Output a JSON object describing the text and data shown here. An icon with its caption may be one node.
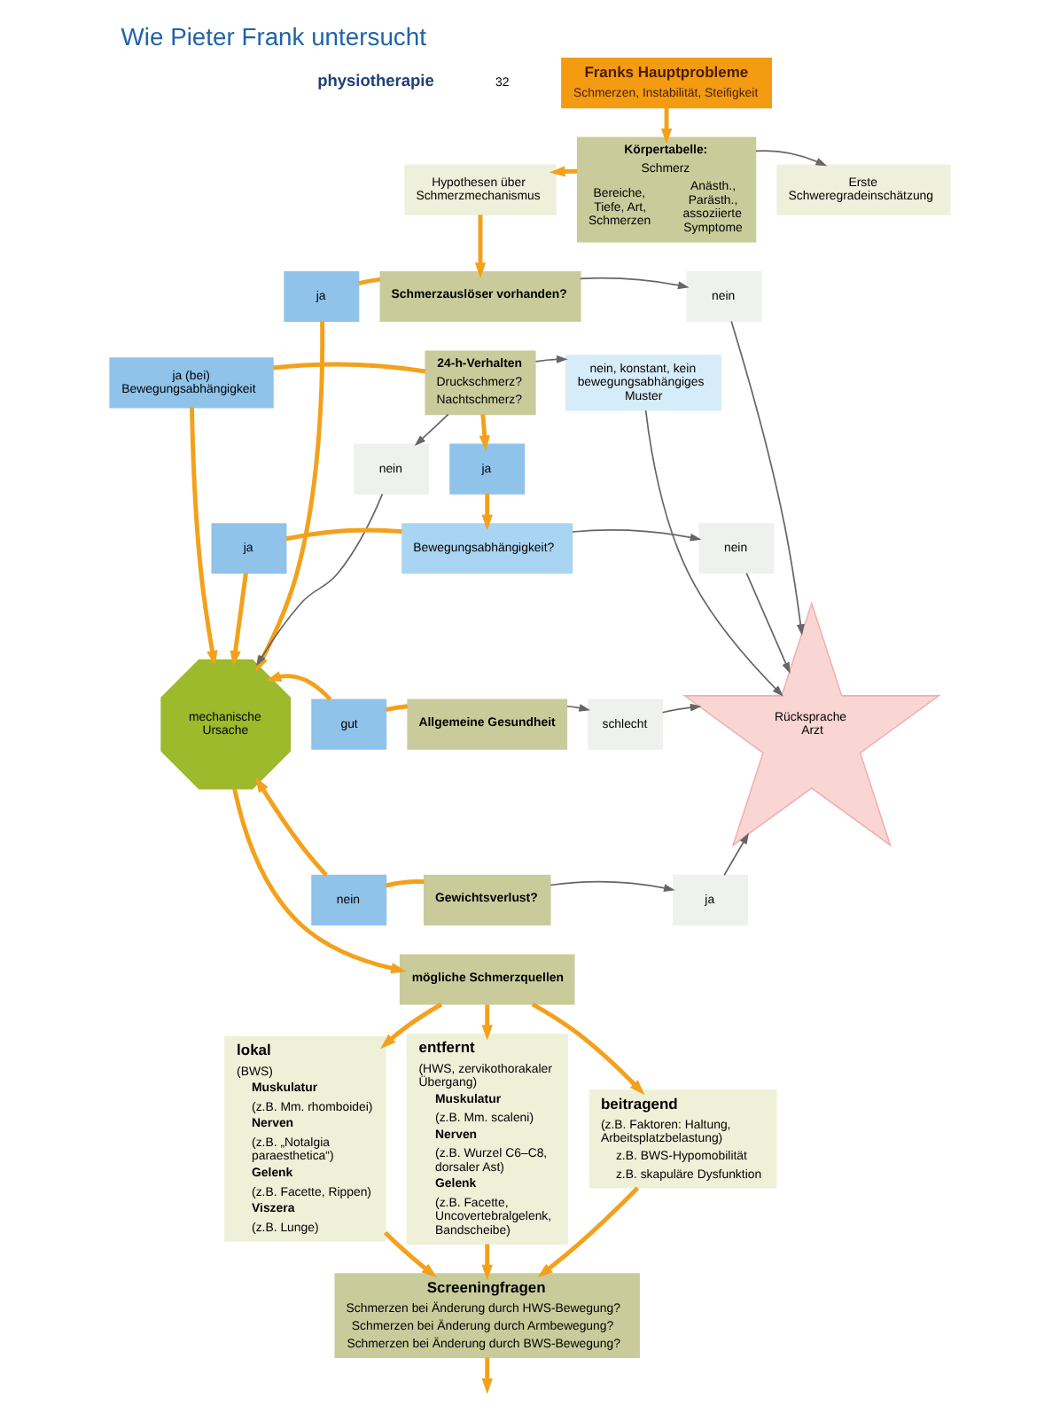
{
  "diagram": {
    "title": "Wie Pieter Frank untersucht",
    "nodes": [
      {
        "text": [
          "Franks Hauptprobleme",
          "Schmerzen, Instabilität, Steifigkeit"
        ]
      },
      {
        "text": [
          "Hypothesen über Schmerzmechanismus"
        ]
      },
      {
        "text": [
          "Körpertabelle:",
          "Schmerz",
          "Bereiche, Tiefe, Art, Schmerzen",
          "Anästh., Parästh., assoziierte Symptome"
        ]
      },
      {
        "text": [
          "Erste Schweregradeinschätzung"
        ]
      },
      {
        "text": [
          "ja"
        ]
      },
      {
        "text": [
          "Schmerzauslöser vorhanden?"
        ]
      },
      {
        "text": [
          "nein"
        ]
      },
      {
        "text": [
          "ja (bei) Bewegungsabhängigkeit"
        ]
      },
      {
        "text": [
          "24-h-Verhalten",
          "Druckschmerz?",
          "Nachtschmerz?"
        ]
      },
      {
        "text": [
          "nein, konstant, kein bewegungsabhängiges Muster"
        ]
      },
      {
        "text": [
          "mechanische Ursache"
        ]
      },
      {
        "text": [
          "nein"
        ]
      },
      {
        "text": [
          "ja"
        ]
      },
      {
        "text": [
          "Rücksprache Arzt"
        ]
      },
      {
        "text": [
          "ja"
        ]
      },
      {
        "text": [
          "Bewegungsabhängigkeit?"
        ]
      },
      {
        "text": [
          "nein"
        ]
      },
      {
        "text": [
          "gut"
        ]
      },
      {
        "text": [
          "Allgemeine Gesundheit"
        ]
      },
      {
        "text": [
          "schlecht"
        ]
      },
      {
        "text": [
          "nein"
        ]
      },
      {
        "text": [
          "Gewichtsverlust?"
        ]
      },
      {
        "text": [
          "ja"
        ]
      },
      {
        "text": [
          "mögliche Schmerzquellen"
        ]
      },
      {
        "text": [
          "lokal",
          "(BWS)",
          "Muskulatur",
          "(z.B. Mm. rhomboidei)",
          "Nerven",
          "(z.B. „Notalgia paraesthetica“)",
          "Gelenk",
          "(z.B. Facette, Rippen)",
          "Viszera",
          "(z.B. Lunge)"
        ]
      },
      {
        "text": [
          "entfernt",
          "(HWS, zervikothorakaler Übergang)",
          "Muskulatur",
          "(z.B. Mm. scaleni)",
          "Nerven",
          "(z.B. Wurzel C6–C8, dorsaler Ast)",
          "Gelenk",
          "(z.B. Facette, Uncovertebralgelenk, Bandscheibe)"
        ]
      },
      {
        "text": [
          "beitragend",
          "(z.B. Faktoren: Haltung, Arbeitsplatzbelastung)",
          "z.B. BWS-Hypomobilität",
          "z.B. skapuläre Dysfunktion"
        ]
      },
      {
        "text": [
          "Screeningfragen",
          "Schmerzen bei Änderung durch HWS-Bewegung?",
          "Schmerzen bei Änderung durch Armbewegung?",
          "Schmerzen bei Änderung durch BWS-Bewegung?"
        ]
      }
    ],
    "edges": [
      {
        "from": 0,
        "to": 2,
        "arrow": "to"
      },
      {
        "from": 2,
        "to": 1,
        "arrow": "to"
      },
      {
        "from": 2,
        "to": 3,
        "arrow": "to",
        "color": "#666666"
      },
      {
        "from": 1,
        "to": 5,
        "arrow": "to"
      },
      {
        "from": 5,
        "to": 4,
        "arrow": "none"
      },
      {
        "from": 4,
        "to": 10,
        "arrow": "to"
      },
      {
        "from": 5,
        "to": 6,
        "arrow": "to",
        "color": "#666666"
      },
      {
        "from": 6,
        "to": 13,
        "arrow": "to",
        "color": "#666666"
      },
      {
        "from": 8,
        "to": 7,
        "arrow": "none"
      },
      {
        "from": 7,
        "to": 10,
        "arrow": "to"
      },
      {
        "from": 8,
        "to": 9,
        "arrow": "to",
        "color": "#666666"
      },
      {
        "from": 9,
        "to": 13,
        "arrow": "to",
        "color": "#666666"
      },
      {
        "from": 8,
        "to": 11,
        "arrow": "to",
        "color": "#666666"
      },
      {
        "from": 11,
        "to": 10,
        "arrow": "to",
        "color": "#666666"
      },
      {
        "from": 8,
        "to": 12,
        "arrow": "to"
      },
      {
        "from": 12,
        "to": 15,
        "arrow": "to"
      },
      {
        "from": 15,
        "to": 14,
        "arrow": "none"
      },
      {
        "from": 14,
        "to": 10,
        "arrow": "to"
      },
      {
        "from": 15,
        "to": 16,
        "arrow": "to",
        "color": "#666666"
      },
      {
        "from": 16,
        "to": 13,
        "arrow": "to",
        "color": "#666666"
      },
      {
        "from": 18,
        "to": 17,
        "arrow": "none"
      },
      {
        "from": 17,
        "to": 10,
        "arrow": "to"
      },
      {
        "from": 18,
        "to": 19,
        "arrow": "to",
        "color": "#666666"
      },
      {
        "from": 19,
        "to": 13,
        "arrow": "to",
        "color": "#666666"
      },
      {
        "from": 21,
        "to": 20,
        "arrow": "none"
      },
      {
        "from": 20,
        "to": 10,
        "arrow": "to"
      },
      {
        "from": 21,
        "to": 22,
        "arrow": "to",
        "color": "#666666"
      },
      {
        "from": 22,
        "to": 13,
        "arrow": "to",
        "color": "#666666"
      },
      {
        "from": 10,
        "to": 23,
        "arrow": "to"
      },
      {
        "from": 23,
        "to": 24,
        "arrow": "to"
      },
      {
        "from": 23,
        "to": 25,
        "arrow": "to"
      },
      {
        "from": 23,
        "to": 26,
        "arrow": "to"
      },
      {
        "from": 24,
        "to": 27,
        "arrow": "to"
      },
      {
        "from": 25,
        "to": 27,
        "arrow": "to"
      },
      {
        "from": 26,
        "to": 27,
        "arrow": "to"
      },
      {
        "from": 27,
        "to": null,
        "arrow": "to"
      }
    ],
    "labels": [
      "physiotherapie",
      "32"
    ]
  }
}
